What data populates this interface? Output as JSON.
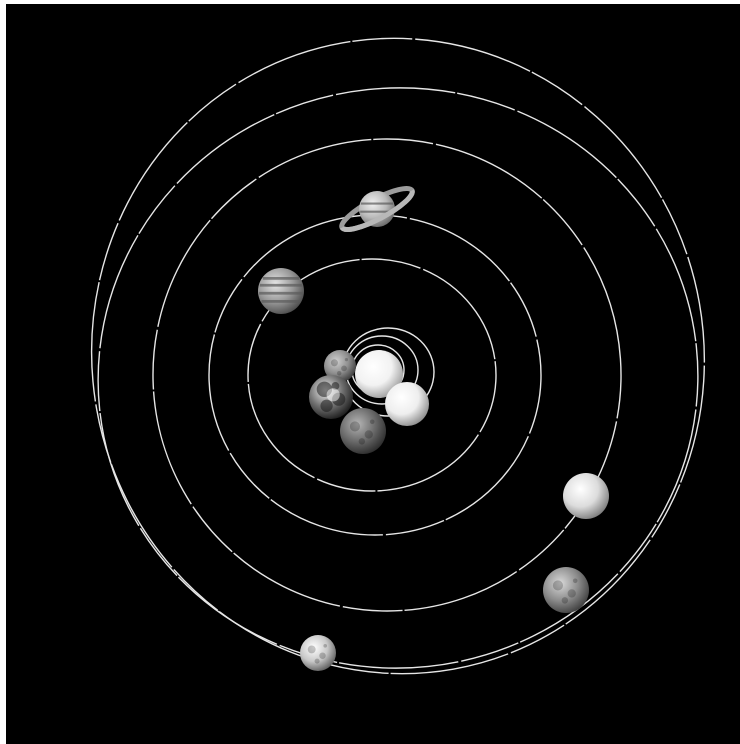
{
  "scene": {
    "background": "#000000",
    "frame": "#ffffff",
    "orbit_color": "#e6e6e6",
    "bodies": [
      {
        "name": "sun-body",
        "kind": "sun",
        "colors": [
          "#ffffff",
          "#f2f2f2",
          "#9a9a9a"
        ]
      },
      {
        "name": "mercury-planet",
        "kind": "rocky",
        "colors": [
          "#cfcfcf",
          "#8f8f8f",
          "#3a3a3a"
        ]
      },
      {
        "name": "venus-planet",
        "kind": "smooth",
        "colors": [
          "#ffffff",
          "#eeeeee",
          "#8a8a8a"
        ]
      },
      {
        "name": "earth-planet",
        "kind": "earth",
        "colors": [
          "#f0f0f0",
          "#707070",
          "#1a1a1a"
        ]
      },
      {
        "name": "mars-planet",
        "kind": "rocky",
        "colors": [
          "#b5b5b5",
          "#6a6a6a",
          "#2a2a2a"
        ]
      },
      {
        "name": "jupiter-planet",
        "kind": "banded",
        "colors": [
          "#e6e6e6",
          "#9a9a9a",
          "#4a4a4a"
        ]
      },
      {
        "name": "saturn-planet",
        "kind": "ringed",
        "colors": [
          "#f0f0f0",
          "#bbbbbb",
          "#666666"
        ]
      },
      {
        "name": "uranus-planet",
        "kind": "smooth",
        "colors": [
          "#ffffff",
          "#dcdcdc",
          "#7a7a7a"
        ]
      },
      {
        "name": "neptune-planet",
        "kind": "rocky",
        "colors": [
          "#d9d9d9",
          "#8c8c8c",
          "#3d3d3d"
        ]
      },
      {
        "name": "pluto-planet",
        "kind": "rocky",
        "colors": [
          "#ffffff",
          "#c8c8c8",
          "#5a5a5a"
        ]
      }
    ]
  }
}
